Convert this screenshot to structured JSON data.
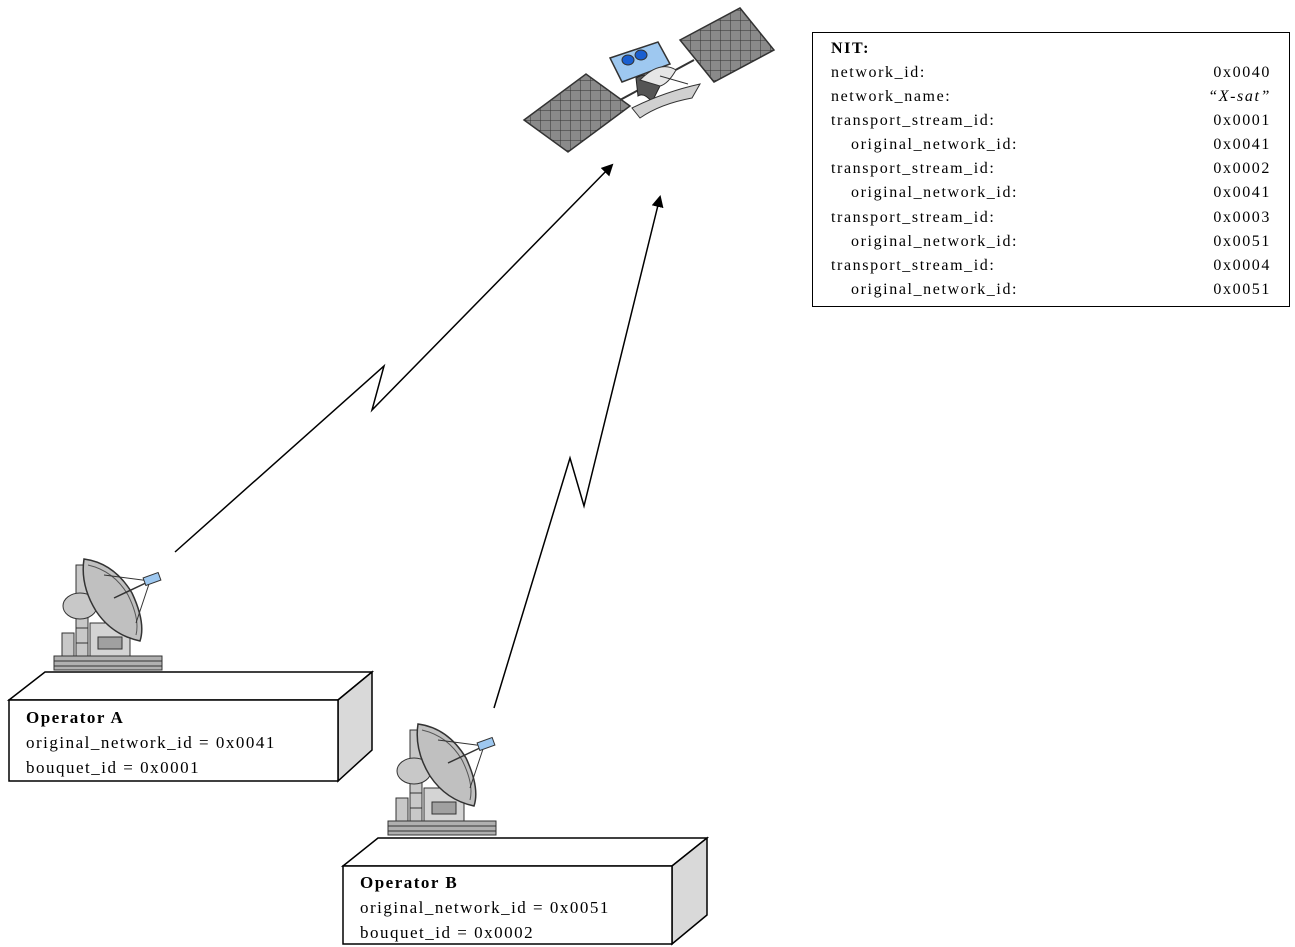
{
  "nit": {
    "title": "NIT:",
    "rows": [
      {
        "key": "network_id:",
        "value": "0x0040"
      },
      {
        "key": "network_name:",
        "value": "“X-sat”"
      },
      {
        "key": "transport_stream_id:",
        "value": "0x0001"
      },
      {
        "key": "original_network_id:",
        "value": "0x0041"
      },
      {
        "key": "transport_stream_id:",
        "value": "0x0002"
      },
      {
        "key": "original_network_id:",
        "value": "0x0041"
      },
      {
        "key": "transport_stream_id:",
        "value": "0x0003"
      },
      {
        "key": "original_network_id:",
        "value": "0x0051"
      },
      {
        "key": "transport_stream_id:",
        "value": "0x0004"
      },
      {
        "key": "original_network_id:",
        "value": "0x0051"
      }
    ]
  },
  "operator_a": {
    "title": "Operator A",
    "line1": "original_network_id = 0x0041",
    "line2": "bouquet_id = 0x0001"
  },
  "operator_b": {
    "title": "Operator B",
    "line1": "original_network_id = 0x0051",
    "line2": "bouquet_id = 0x0002"
  },
  "icons": [
    "satellite-icon",
    "satellite-dish-icon"
  ],
  "colors": {
    "panel": "#8a8a8a",
    "dish": "#c8c8c8",
    "satellite_lens": "#9ec8f0",
    "lens_dot": "#1a5fd0"
  }
}
